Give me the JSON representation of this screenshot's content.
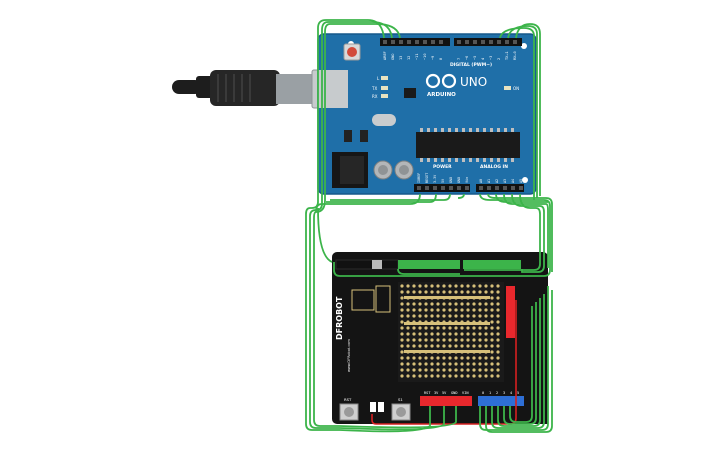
{
  "arduino": {
    "brand": "ARDUINO",
    "model": "UNO",
    "digital_label": "DIGITAL (PWM~)",
    "power_label": "POWER",
    "analog_label": "ANALOG IN",
    "on_label": "ON",
    "led_l": "L",
    "led_tx": "TX",
    "led_rx": "RX",
    "top_pins": [
      "AREF",
      "GND",
      "13",
      "12",
      "~11",
      "~10",
      "~9",
      "8",
      "7",
      "~6",
      "~5",
      "4",
      "~3",
      "2",
      "TX→1",
      "RX←0"
    ],
    "power_pins": [
      "IOREF",
      "RESET",
      "3.3V",
      "5V",
      "GND",
      "GND",
      "Vin"
    ],
    "analog_pins": [
      "A0",
      "A1",
      "A2",
      "A3",
      "A4",
      "A5"
    ],
    "colors": {
      "board": "#1f6fa8",
      "header": "#111111",
      "wire": "#3cb44a"
    }
  },
  "shield": {
    "brand": "DFROBOT",
    "silk_url": "www.DFRobot.com",
    "button_rst": "RST",
    "button_s1": "S1",
    "bottom_pins": [
      "RST",
      "3V",
      "5V",
      "GND",
      "VIN"
    ],
    "analog_pins": [
      "0",
      "1",
      "2",
      "3",
      "4",
      "5"
    ],
    "colors": {
      "board": "#111111",
      "pad": "#d6c07a",
      "red_header": "#e8282d",
      "green_header": "#3cb44a",
      "blue_header": "#2e6fd6"
    }
  },
  "usb_cable": {
    "icon": "usb-b-connector-icon"
  }
}
